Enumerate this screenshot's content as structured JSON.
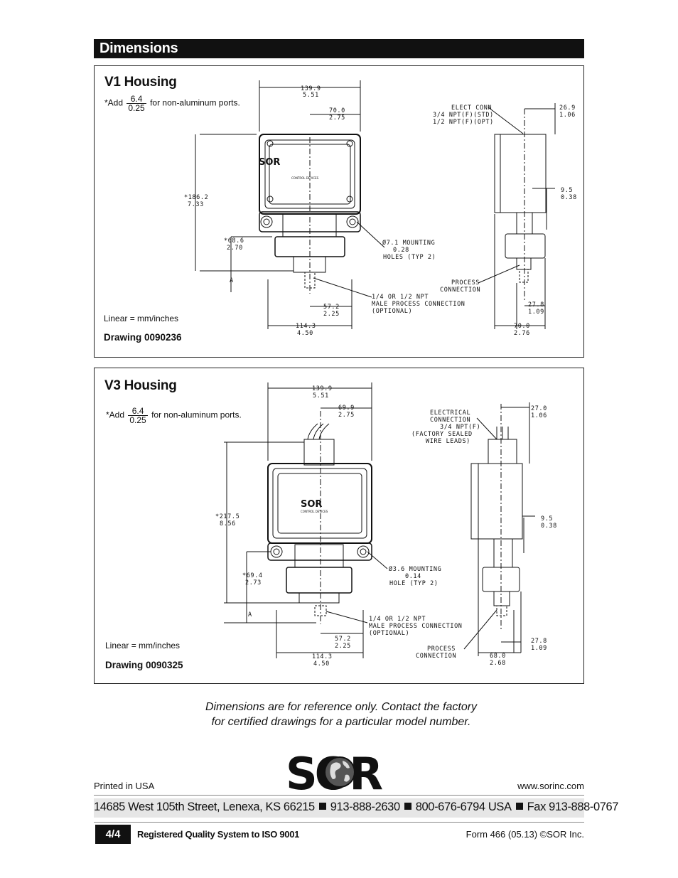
{
  "header": {
    "title": "Dimensions"
  },
  "v1": {
    "title": "V1 Housing",
    "note_prefix": "*Add",
    "note_num": "6.4",
    "note_den": "0.25",
    "note_suffix": "for non-aluminum ports.",
    "linear": "Linear = mm/inches",
    "drawing": "Drawing 0090236",
    "dims": {
      "width_total_mm": "139.9",
      "width_total_in": "5.51",
      "half_width_mm": "70.0",
      "half_width_in": "2.75",
      "height_total_mm": "*186.2",
      "height_total_in": "7.33",
      "height_lower_mm": "*68.6",
      "height_lower_in": "2.70",
      "a_label": "A",
      "mount_1": "Ø7.1 MOUNTING",
      "mount_2": "0.28",
      "mount_3": "HOLES (TYP 2)",
      "npt_1": "1/4 OR 1/2 NPT",
      "npt_2": "MALE PROCESS CONNECTION",
      "npt_3": "(OPTIONAL)",
      "offset_mm": "57.2",
      "offset_in": "2.25",
      "base_mm": "114.3",
      "base_in": "4.50",
      "elect_1": "ELECT CONN",
      "elect_2": "3/4 NPT(F)(STD)",
      "elect_3": "1/2 NPT(F)(OPT)",
      "side_top_mm": "26.9",
      "side_top_in": "1.06",
      "side_mid_mm": "9.5",
      "side_mid_in": "0.38",
      "proc_1": "PROCESS",
      "proc_2": "CONNECTION",
      "side_low_mm": "27.8",
      "side_low_in": "1.09",
      "side_base_mm": "70.0",
      "side_base_in": "2.76"
    }
  },
  "v3": {
    "title": "V3 Housing",
    "note_prefix": "*Add",
    "note_num": "6.4",
    "note_den": "0.25",
    "note_suffix": "for non-aluminum ports.",
    "linear": "Linear = mm/inches",
    "drawing": "Drawing 0090325",
    "dims": {
      "width_total_mm": "139.9",
      "width_total_in": "5.51",
      "half_width_mm": "69.9",
      "half_width_in": "2.75",
      "height_total_mm": "*217.5",
      "height_total_in": "8.56",
      "height_lower_mm": "*69.4",
      "height_lower_in": "2.73",
      "a_label": "A",
      "mount_1": "Ø3.6 MOUNTING",
      "mount_2": "0.14",
      "mount_3": "HOLE (TYP 2)",
      "npt_1": "1/4 OR 1/2 NPT",
      "npt_2": "MALE PROCESS CONNECTION",
      "npt_3": "(OPTIONAL)",
      "offset_mm": "57.2",
      "offset_in": "2.25",
      "base_mm": "114.3",
      "base_in": "4.50",
      "elect_1": "ELECTRICAL",
      "elect_2": "CONNECTION",
      "elect_3": "3/4 NPT(F)",
      "elect_4": "(FACTORY SEALED",
      "elect_5": "WIRE LEADS)",
      "side_top_mm": "27.0",
      "side_top_in": "1.06",
      "side_mid_mm": "9.5",
      "side_mid_in": "0.38",
      "proc_1": "PROCESS",
      "proc_2": "CONNECTION",
      "side_low_mm": "27.8",
      "side_low_in": "1.09",
      "side_base_mm": "68.0",
      "side_base_in": "2.68"
    }
  },
  "disclaimer": {
    "line1": "Dimensions are for reference only. Contact the factory",
    "line2": "for certified drawings for a particular model number."
  },
  "footer": {
    "printed": "Printed in USA",
    "website": "www.sorinc.com",
    "address": "14685 West 105th Street, Lenexa, KS 66215",
    "phone1": "913-888-2630",
    "phone2": "800-676-6794 USA",
    "fax": "Fax 913-888-0767",
    "page": "4/4",
    "quality": "Registered Quality System to ISO 9001",
    "form": "Form 466 (05.13) ©SOR Inc."
  },
  "logo": {
    "text": "SOR",
    "inner_text": "SOR",
    "inner_sub": "CONTROL DEVICES"
  }
}
